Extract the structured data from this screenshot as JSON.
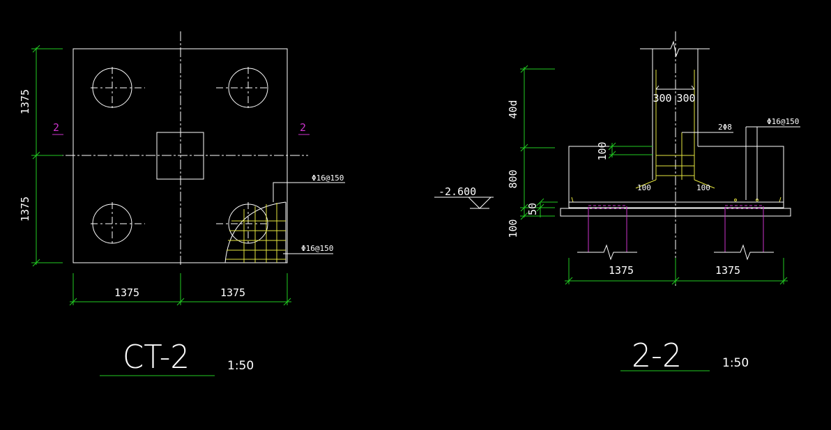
{
  "plan": {
    "dim_left_top": "1375",
    "dim_left_bottom": "1375",
    "dim_bottom_left": "1375",
    "dim_bottom_right": "1375",
    "section_mark_left": "2",
    "section_mark_right": "2",
    "rebar_label_top": "Φ16@150",
    "rebar_label_bottom": "Φ16@150",
    "title": "CT-2",
    "scale": "1:50"
  },
  "section": {
    "dim_40d": "40d",
    "dim_800": "800",
    "dim_50": "50",
    "dim_100_left": "100",
    "dim_100_inner": "100",
    "dim_300_left": "300",
    "dim_300_right": "300",
    "stirrup_label": "2Φ8",
    "rebar_label": "Φ16@150",
    "hook_left": "100",
    "hook_right": "100",
    "elevation": "-2.600",
    "dim_bottom_left": "1375",
    "dim_bottom_right": "1375",
    "title": "2-2",
    "scale": "1:50"
  },
  "colors": {
    "background": "#000000",
    "outline": "#ffffff",
    "dimension": "#22cc22",
    "rebar": "#e6e640",
    "pile_and_marks": "#cc33cc"
  }
}
